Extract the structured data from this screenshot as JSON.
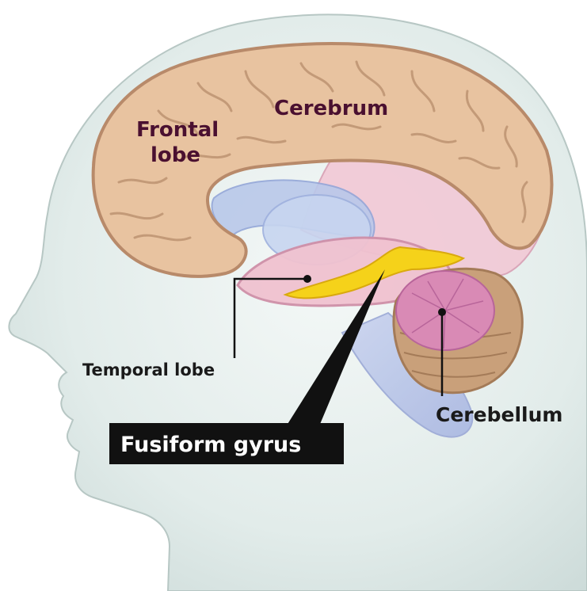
{
  "labels": {
    "cerebrum": "Cerebrum",
    "frontal_lobe_line1": "Frontal",
    "frontal_lobe_line2": "lobe",
    "temporal_lobe": "Temporal lobe",
    "cerebellum": "Cerebellum",
    "fusiform_gyrus": "Fusiform gyrus"
  },
  "colors": {
    "head": "#d9e6e4",
    "cerebrum": "#e8c3a0",
    "cerebrum_outline": "#b88a6a",
    "limbic": "#f2c6d4",
    "ventricle": "#b9c8ea",
    "fusiform": "#f5d21a",
    "cerebellum": "#d98ab5",
    "cerebellum_cortex": "#c9a07a",
    "callout_box": "#111111"
  }
}
